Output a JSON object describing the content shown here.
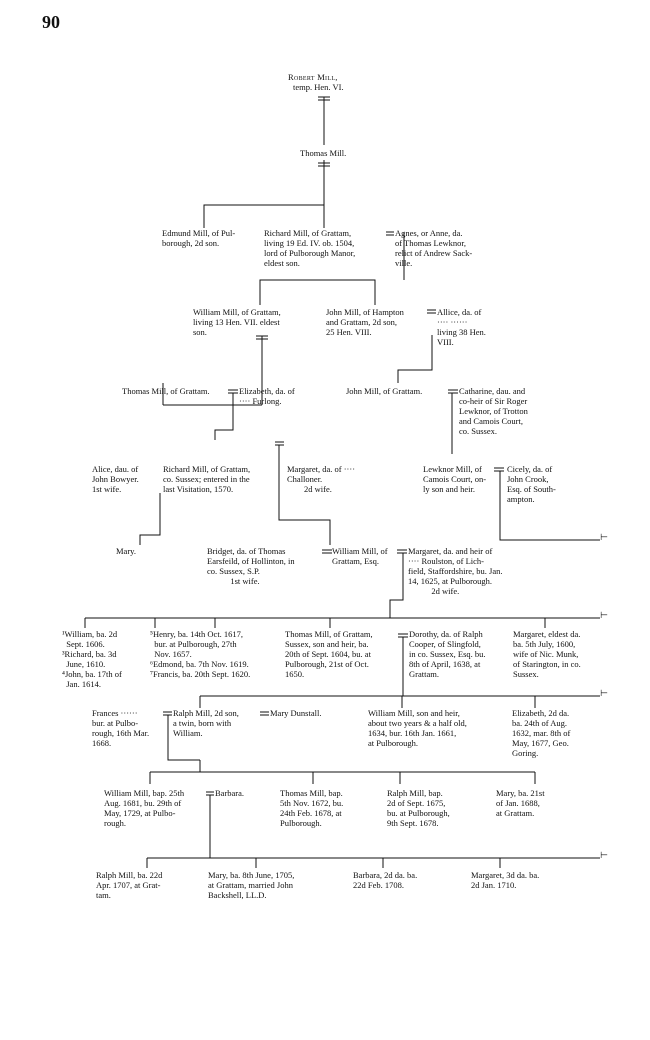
{
  "page_number": "90",
  "continuation_mark": "⊢",
  "persons": {
    "robert_name": "Robert Mill,",
    "robert_note": "temp. Hen. VI.",
    "thomas": "Thomas Mill.",
    "edmund": "Edmund Mill, of Pul-\nborough, 2d son.",
    "richard": "Richard Mill, of Grattam,\nliving 19 Ed. IV. ob. 1504,\nlord of Pulborough Manor,\neldest son.",
    "agnes": "Agnes, or Anne, da.\nof Thomas Lewknor,\nrelict of Andrew Sack-\nville.",
    "william1": "William Mill, of Grattam,\nliving 13 Hen. VII. eldest\nson.",
    "john1": "John Mill, of Hampton\nand Grattam, 2d son,\n25 Hen. VIII.",
    "allice": "Allice, da. of\n···· ······\nliving 38 Hen.\nVIII.",
    "thomas2": "Thomas Mill, of Grattam.",
    "elizabeth_furlong": "Elizabeth, da. of\n···· Furlong.",
    "john2": "John Mill, of Grattam.",
    "catharine": "Catharine, dau. and\nco-heir of Sir Roger\nLewknor, of Trotton\nand Camois Court,\nco. Sussex.",
    "alice": "Alice, dau. of\nJohn Bowyer.\n1st wife.",
    "richard2": "Richard Mill, of Grattam,\nco. Sussex; entered in the\nlast Visitation, 1570.",
    "margaret_challoner": "Margaret, da. of ····\nChalloner.\n        2d wife.",
    "lewknor": "Lewknor Mill, of\nCamois Court, on-\nly son and heir.",
    "cicely": "Cicely, da. of\nJohn Crook,\nEsq. of South-\nampton.",
    "mary1": "Mary.",
    "bridget": "Bridget, da. of Thomas\nEarsfeild, of Hollinton, in\nco. Sussex, S.P.\n           1st wife.",
    "william2": "William Mill, of\nGrattam, Esq.",
    "margaret_roulston": "Margaret, da. and heir of\n···· Roulston, of Lich-\nfield, Staffordshire, bu. Jan.\n14, 1625, at Pulborough.\n           2d wife.",
    "children_a": "¹William, ba. 2d\n  Sept. 1606.\n³Richard, ba. 3d\n  June, 1610.\n⁴John, ba. 17th of\n  Jan. 1614.",
    "children_b": "⁵Henry, ba. 14th Oct. 1617,\n  bur. at Pulborough, 27th\n  Nov. 1657.\n⁶Edmond, ba. 7th Nov. 1619.\n⁷Francis, ba. 20th Sept. 1620.",
    "thomas3": "Thomas Mill, of Grattam,\nSussex, son and heir, ba.\n20th of Sept. 1604, bu. at\nPulborough, 21st of Oct.\n1650.",
    "dorothy": "Dorothy, da. of Ralph\nCooper, of Slingfold,\nin co. Sussex, Esq. bu.\n8th of April, 1638, at\nGrattam.",
    "margaret_eldest": "Margaret, eldest da.\nba. 5th July, 1600,\nwife of Nic. Munk,\nof Starington, in co.\nSussex.",
    "frances": "Frances ······\nbur. at Pulbo-\nrough, 16th Mar.\n1668.",
    "ralph1": "Ralph Mill, 2d son,\na twin, born with\nWilliam.",
    "mary_dunstall": "Mary Dunstall.",
    "william3": "William Mill, son and heir,\nabout two years & a half old,\n1634, bur. 16th Jan. 1661,\nat Pulborough.",
    "elizabeth_goring": "Elizabeth, 2d da.\nba. 24th of Aug.\n1632, mar. 8th of\nMay, 1677, Geo.\nGoring.",
    "william4": "William Mill, bap. 25th\nAug. 1681, bu. 29th of\nMay, 1729, at Pulbo-\nrough.",
    "barbara1": "Barbara.",
    "thomas4": "Thomas Mill, bap.\n5th Nov. 1672, bu.\n24th Feb. 1678, at\nPulborough.",
    "ralph2": "Ralph Mill, bap.\n2d of Sept. 1675,\nbu. at Pulborough,\n9th Sept. 1678.",
    "mary2": "Mary, ba. 21st\nof Jan. 1688,\nat Grattam.",
    "ralph3": "Ralph Mill, ba. 22d\nApr. 1707, at Grat-\ntam.",
    "mary3": "Mary, ba. 8th June, 1705,\nat Grattam, married John\nBackshell, LL.D.",
    "barbara2": "Barbara, 2d da. ba.\n22d Feb. 1708.",
    "margaret3": "Margaret, 3d da. ba.\n2d Jan. 1710."
  }
}
